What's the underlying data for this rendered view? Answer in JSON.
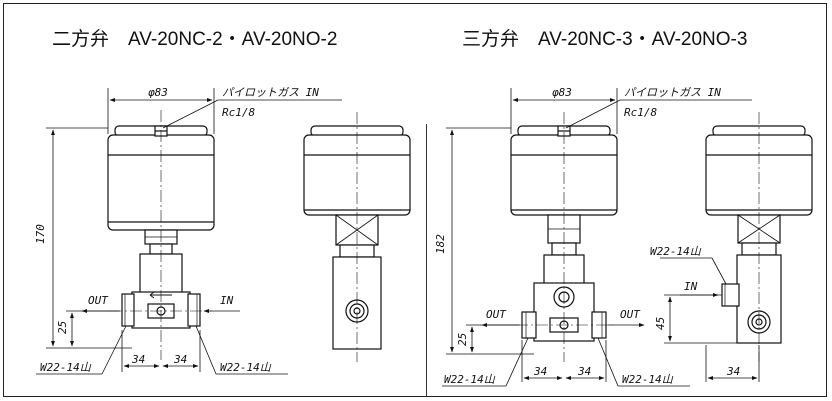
{
  "left": {
    "title": "二方弁　AV-20NC-2・AV-20NO-2",
    "labels": {
      "diameter": "φ83",
      "pilot": "パイロットガス IN",
      "thread": "Rc1/8",
      "height": "170",
      "out": "OUT",
      "in": "IN",
      "h25": "25",
      "w1": "34",
      "w2": "34",
      "conn_l": "W22-14山",
      "conn_r": "W22-14山"
    }
  },
  "right": {
    "title": "三方弁　AV-20NC-3・AV-20NO-3",
    "labels": {
      "diameter": "φ83",
      "pilot": "パイロットガス IN",
      "thread": "Rc1/8",
      "height": "182",
      "out1": "OUT",
      "out2": "OUT",
      "h25": "25",
      "w1": "34",
      "w2": "34",
      "conn_l": "W22-14山",
      "conn_r": "W22-14山",
      "conn_side": "W22-14山",
      "in": "IN",
      "h45": "45",
      "w3": "34"
    }
  }
}
